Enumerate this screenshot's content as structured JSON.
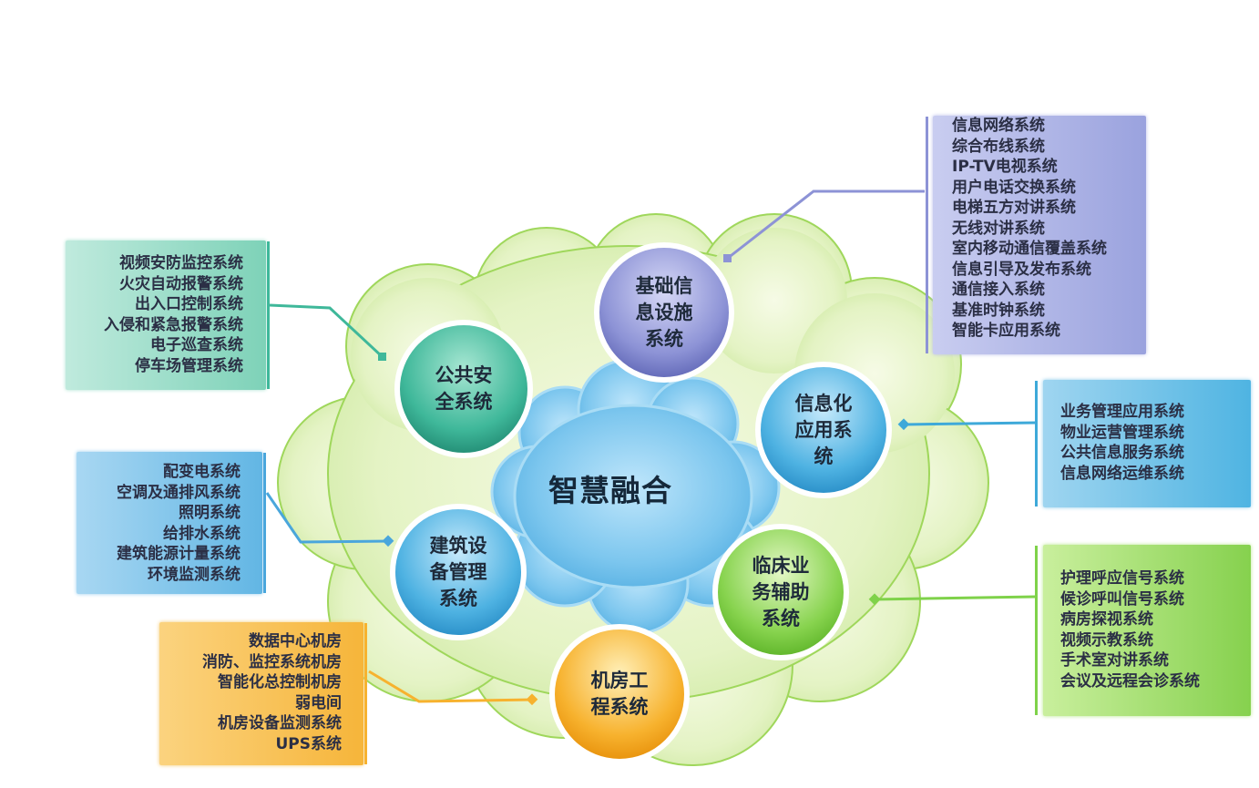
{
  "center": {
    "label": "智慧融合"
  },
  "nodes": {
    "basic_infra": {
      "label": "基础信\n息设施\n系统",
      "items": [
        "信息网络系统",
        "综合布线系统",
        "IP-TV电视系统",
        "用户电话交换系统",
        "电梯五方对讲系统",
        "无线对讲系统",
        "室内移动通信覆盖系统",
        "信息引导及发布系统",
        "通信接入系统",
        "基准时钟系统",
        "智能卡应用系统"
      ],
      "color": "#8d93d6"
    },
    "public_safety": {
      "label": "公共安\n全系统",
      "items": [
        "视频安防监控系统",
        "火灾自动报警系统",
        "出入口控制系统",
        "入侵和紧急报警系统",
        "电子巡查系统",
        "停车场管理系统"
      ],
      "color": "#3fb89a"
    },
    "info_app": {
      "label": "信息化\n应用系\n统",
      "items": [
        "业务管理应用系统",
        "物业运营管理系统",
        "公共信息服务系统",
        "信息网络运维系统"
      ],
      "color": "#3ea9d9"
    },
    "building_mgmt": {
      "label": "建筑设\n备管理\n系统",
      "items": [
        "配变电系统",
        "空调及通排风系统",
        "照明系统",
        "给排水系统",
        "建筑能源计量系统",
        "环境监测系统"
      ],
      "color": "#4aa6dc"
    },
    "clinical": {
      "label": "临床业\n务辅助\n系统",
      "items": [
        "护理呼应信号系统",
        "候诊呼叫信号系统",
        "病房探视系统",
        "视频示教系统",
        "手术室对讲系统",
        "会议及远程会诊系统"
      ],
      "color": "#7fd24a"
    },
    "machine_room": {
      "label": "机房工\n程系统",
      "items": [
        "数据中心机房",
        "消防、监控系统机房",
        "智能化总控制机房",
        "弱电间",
        "机房设备监测系统",
        "UPS系统"
      ],
      "color": "#f7b22e"
    }
  }
}
